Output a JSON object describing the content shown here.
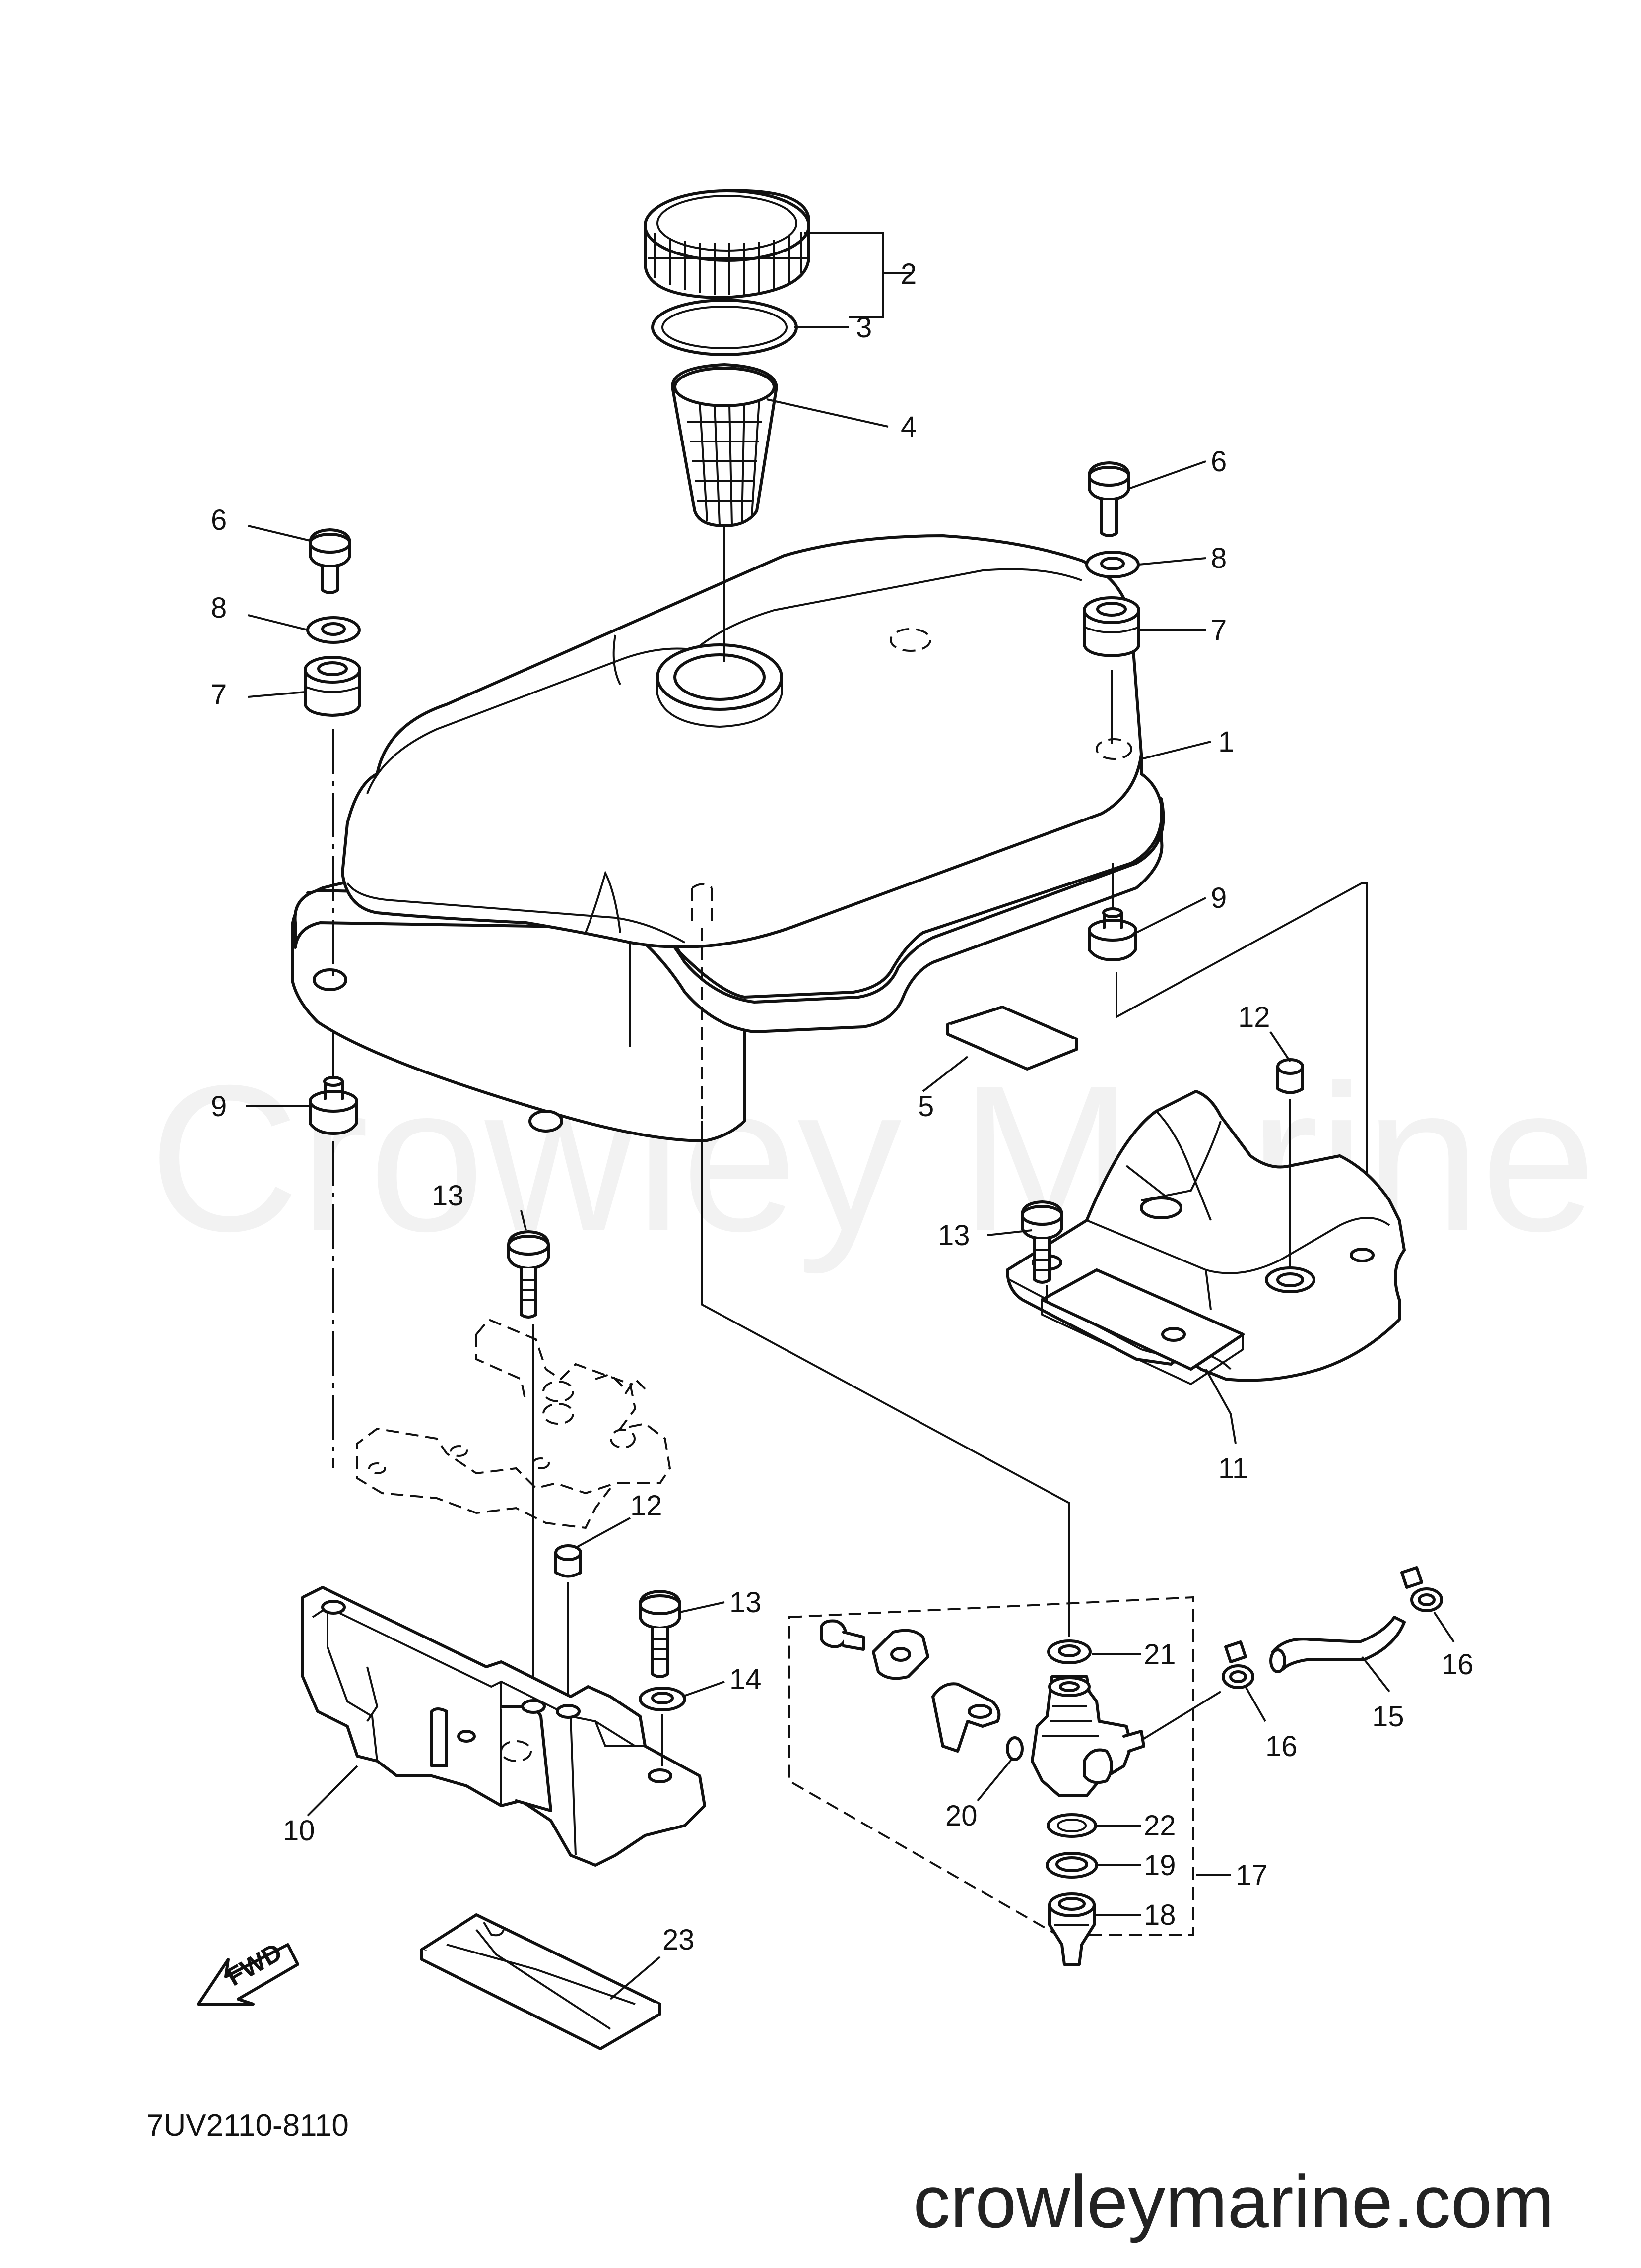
{
  "diagram": {
    "part_code": "7UV2110-8110",
    "watermark": "Crowley Marine",
    "website": "crowleymarine.com",
    "direction_badge": "FWD",
    "callouts": {
      "c1": "1",
      "c2": "2",
      "c3": "3",
      "c4": "4",
      "c5": "5",
      "c6a": "6",
      "c6b": "6",
      "c7a": "7",
      "c7b": "7",
      "c8a": "8",
      "c8b": "8",
      "c9a": "9",
      "c9b": "9",
      "c10": "10",
      "c11": "11",
      "c12a": "12",
      "c12b": "12",
      "c13a": "13",
      "c13b": "13",
      "c13c": "13",
      "c14": "14",
      "c15": "15",
      "c16a": "16",
      "c16b": "16",
      "c17": "17",
      "c18": "18",
      "c19": "19",
      "c20": "20",
      "c21": "21",
      "c22": "22",
      "c23": "23"
    }
  }
}
